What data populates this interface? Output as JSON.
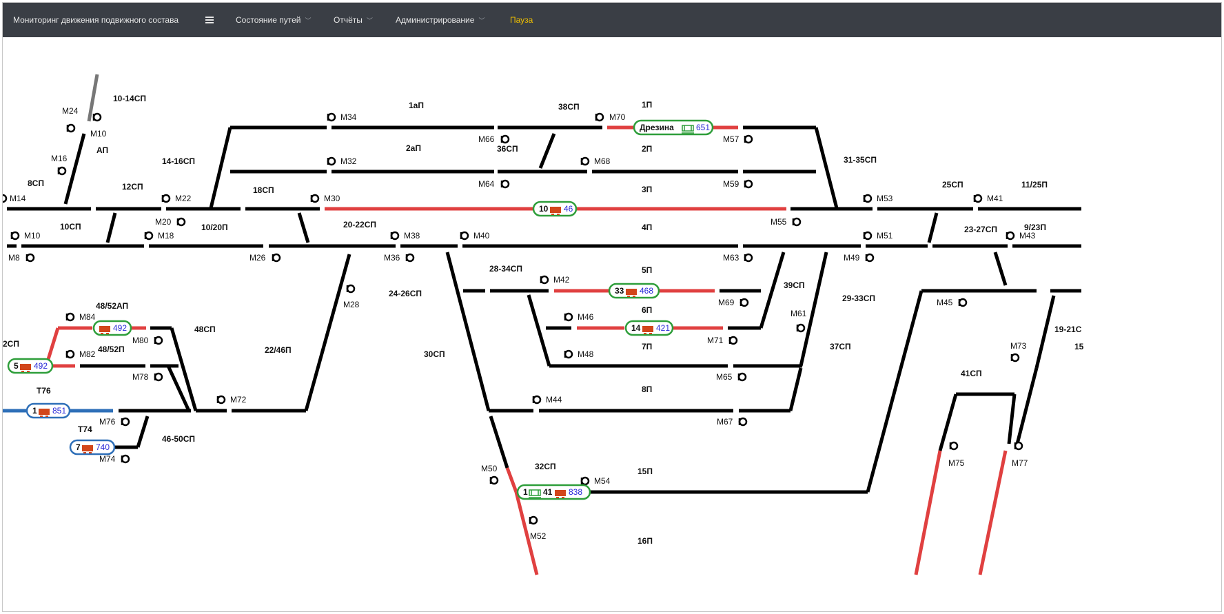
{
  "app": {
    "title": "Мониторинг движения подвижного состава",
    "menu": [
      {
        "label": "Состояние путей",
        "has_dropdown": true
      },
      {
        "label": "Отчёты",
        "has_dropdown": true
      },
      {
        "label": "Администрирование",
        "has_dropdown": true
      },
      {
        "label": "Пауза",
        "has_dropdown": false
      }
    ]
  },
  "colors": {
    "navbar": "#3a3e45",
    "track_free": "#000000",
    "track_occupied": "#e04040",
    "track_reserved": "#2e6fb8",
    "track_switch_gray": "#777777",
    "badge_green": "#2e9e3a",
    "badge_blue": "#2e6fb8",
    "wagon": "#d2461b",
    "count_text": "#2b2bd8",
    "pause": "#f0c000"
  },
  "icons": {
    "menu": "hamburger-icon",
    "dropdown": "chevron-down-icon",
    "signal": "signal-icon",
    "wagon": "wagon-icon",
    "railcar": "railcar-icon"
  },
  "section_labels": [
    "10-14СП",
    "АП",
    "8СП",
    "12СП",
    "14-16СП",
    "18СП",
    "10СП",
    "10/20П",
    "20-22СП",
    "1аП",
    "2аП",
    "38СП",
    "36СП",
    "1П",
    "2П",
    "3П",
    "4П",
    "31-35СП",
    "25СП",
    "11/25П",
    "23-27СП",
    "9/23П",
    "28-34СП",
    "5П",
    "39СП",
    "6П",
    "7П",
    "29-33СП",
    "37СП",
    "8П",
    "41СП",
    "19-21С",
    "15",
    "48/52АП",
    "48СП",
    "48/52П",
    "2СП",
    "22/46П",
    "24-26СП",
    "30СП",
    "Т76",
    "Т74",
    "46-50СП",
    "32СП",
    "15П",
    "16П"
  ],
  "signals": [
    "М24",
    "М10",
    "М16",
    "М34",
    "М70",
    "М66",
    "М57",
    "М32",
    "М68",
    "М64",
    "М59",
    "М14",
    "М22",
    "М30",
    "М53",
    "М41",
    "М20",
    "М55",
    "М10",
    "М18",
    "М38",
    "М40",
    "М51",
    "М43",
    "М8",
    "М26",
    "М36",
    "М63",
    "М49",
    "М28",
    "М42",
    "М69",
    "М45",
    "М84",
    "М46",
    "М61",
    "М80",
    "М71",
    "М82",
    "М48",
    "М73",
    "М78",
    "М65",
    "М72",
    "М44",
    "М76",
    "М67",
    "М74",
    "М75",
    "М77",
    "М50",
    "М54",
    "М52"
  ],
  "badges": [
    {
      "name": "Дрезина",
      "count": "651",
      "kind": "railcar",
      "color": "green"
    },
    {
      "number": "10",
      "count": "46",
      "kind": "wagon",
      "color": "green"
    },
    {
      "number": "33",
      "count": "468",
      "kind": "wagon",
      "color": "green"
    },
    {
      "number": "14",
      "count": "421",
      "kind": "wagon",
      "color": "green"
    },
    {
      "number": "",
      "count": "492",
      "kind": "wagon",
      "color": "green"
    },
    {
      "number": "5",
      "count": "492",
      "kind": "wagon",
      "color": "green"
    },
    {
      "number": "1",
      "count": "851",
      "kind": "wagon",
      "color": "blue"
    },
    {
      "number": "7",
      "count": "740",
      "kind": "wagon",
      "color": "blue"
    },
    {
      "number": "1",
      "number2": "41",
      "count": "838",
      "kind": "railcar+wagon",
      "color": "green"
    }
  ]
}
